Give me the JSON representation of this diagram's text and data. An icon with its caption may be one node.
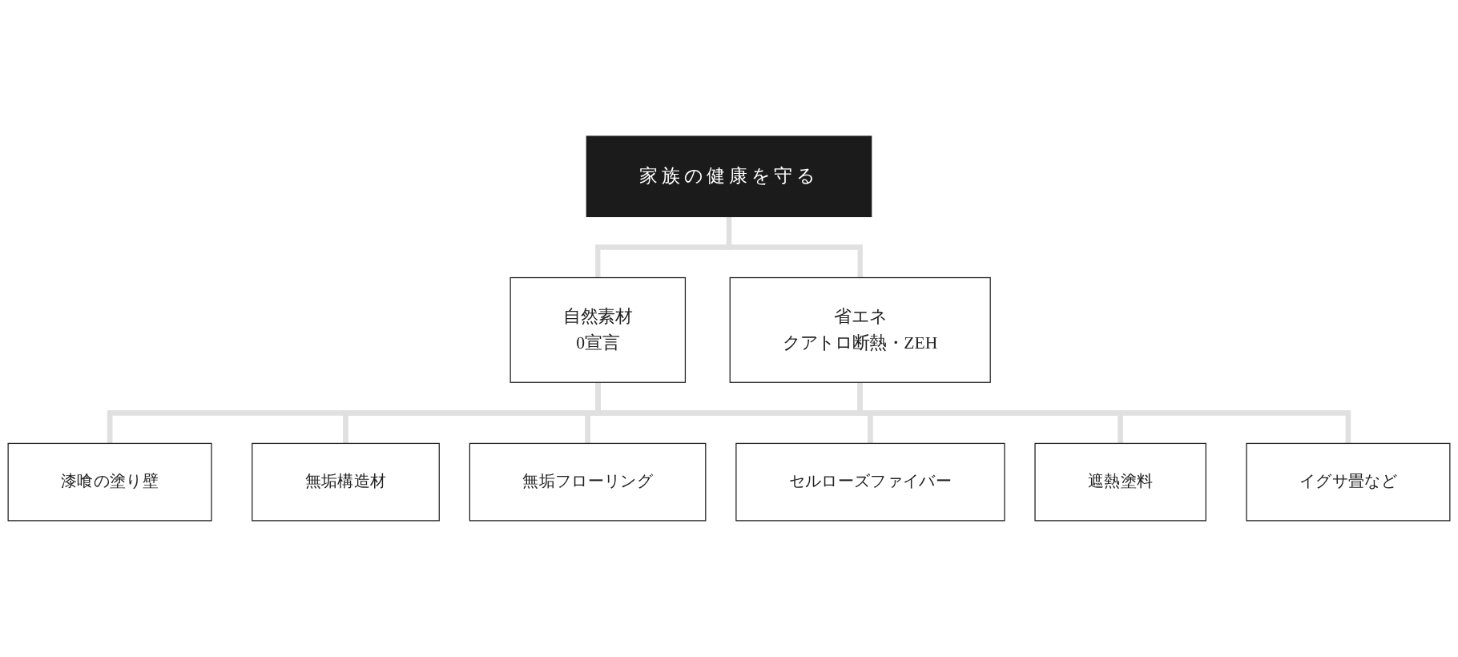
{
  "diagram": {
    "nodes": [
      {
        "text": [
          "家族の健康を守る"
        ]
      },
      {
        "text": [
          "自然素材",
          "0宣言"
        ]
      },
      {
        "text": [
          "省エネ",
          "クアトロ断熱・ZEH"
        ]
      },
      {
        "text": [
          "漆喰の塗り壁"
        ]
      },
      {
        "text": [
          "無垢構造材"
        ]
      },
      {
        "text": [
          "無垢フローリング"
        ]
      },
      {
        "text": [
          "セルローズファイバー"
        ]
      },
      {
        "text": [
          "遮熱塗料"
        ]
      },
      {
        "text": [
          "イグサ畳など"
        ]
      }
    ],
    "edges": [
      {
        "from": 0,
        "to": 1,
        "arrow": "none"
      },
      {
        "from": 0,
        "to": 2,
        "arrow": "none"
      },
      {
        "from": 1,
        "to": 3,
        "arrow": "none"
      },
      {
        "from": 1,
        "to": 4,
        "arrow": "none"
      },
      {
        "from": 1,
        "to": 5,
        "arrow": "none"
      },
      {
        "from": 1,
        "to": 6,
        "arrow": "none"
      },
      {
        "from": 1,
        "to": 7,
        "arrow": "none"
      },
      {
        "from": 1,
        "to": 8,
        "arrow": "none"
      },
      {
        "from": 2,
        "to": 3,
        "arrow": "none"
      },
      {
        "from": 2,
        "to": 4,
        "arrow": "none"
      },
      {
        "from": 2,
        "to": 5,
        "arrow": "none"
      },
      {
        "from": 2,
        "to": 6,
        "arrow": "none"
      },
      {
        "from": 2,
        "to": 7,
        "arrow": "none"
      },
      {
        "from": 2,
        "to": 8,
        "arrow": "none"
      }
    ]
  }
}
